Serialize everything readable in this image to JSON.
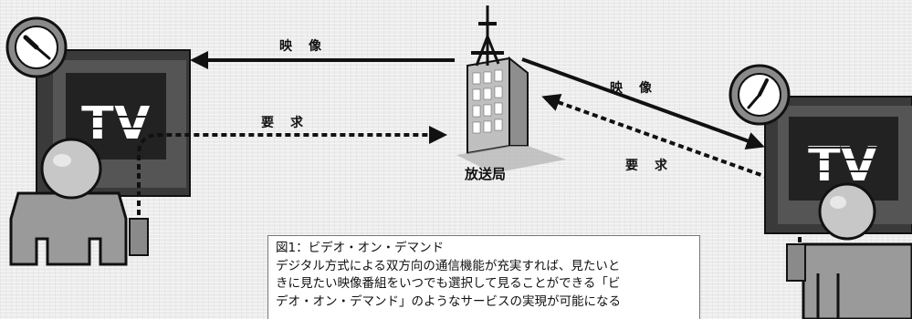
{
  "labels": {
    "video_top": "映像",
    "request_left": "要求",
    "video_right": "映像",
    "request_right": "要求",
    "station": "放送局"
  },
  "tv_left": {
    "screen_text": "TV"
  },
  "tv_right": {
    "screen_text": "TV"
  },
  "caption": {
    "title": "図1：ビデオ・オン・デマンド",
    "lines": [
      "デジタル方式による双方向の通信機能が充実すれば、見たいと",
      "きに見たい映像番組をいつでも選択して見ることができる「ビ",
      "デオ・オン・デマンド」のようなサービスの実現が可能になる"
    ]
  },
  "icons": [
    "clock-icon",
    "tv-icon",
    "person-icon",
    "remote-icon",
    "broadcast-station-icon",
    "antenna-icon"
  ]
}
